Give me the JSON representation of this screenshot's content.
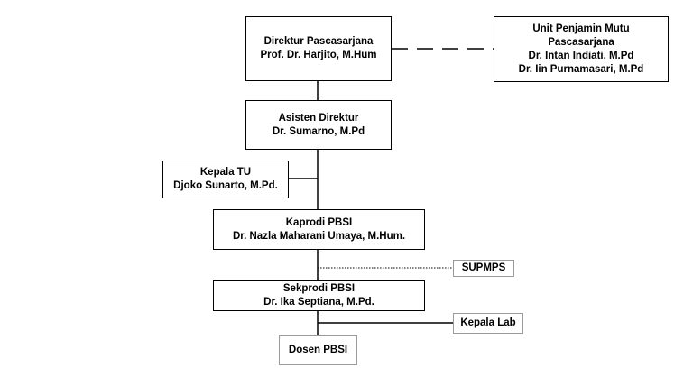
{
  "org_chart": {
    "direktur": {
      "line1": "Direktur Pascasarjana",
      "line2": "Prof. Dr. Harjito, M.Hum"
    },
    "upm": {
      "line1": "Unit Penjamin Mutu",
      "line2": "Pascasarjana",
      "line3": "Dr. Intan Indiati, M.Pd",
      "line4": "Dr. Iin Purnamasari, M.Pd"
    },
    "asisten": {
      "line1": "Asisten Direktur",
      "line2": "Dr. Sumarno, M.Pd"
    },
    "kepala_tu": {
      "line1": "Kepala TU",
      "line2": "Djoko Sunarto, M.Pd."
    },
    "kaprodi": {
      "line1": "Kaprodi PBSI",
      "line2": "Dr. Nazla Maharani Umaya, M.Hum."
    },
    "supmps": {
      "label": "SUPMPS"
    },
    "sekprodi": {
      "line1": "Sekprodi PBSI",
      "line2": "Dr. Ika Septiana, M.Pd."
    },
    "kepala_lab": {
      "label": "Kepala Lab"
    },
    "dosen": {
      "label": "Dosen PBSI"
    }
  },
  "colors": {
    "line": "#000000",
    "border": "#000000",
    "thin_border": "#9a9a9a",
    "background": "#ffffff"
  }
}
